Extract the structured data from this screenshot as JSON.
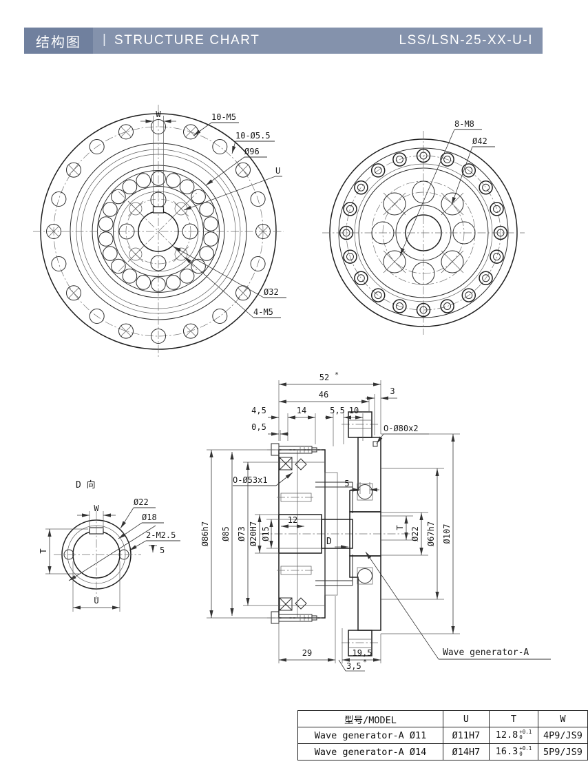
{
  "header": {
    "title_zh": "结构图",
    "divider": "|",
    "title_en": "STRUCTURE CHART",
    "model_code": "LSS/LSN-25-XX-U-I",
    "bar_color": "#8492ac",
    "accent_color": "#70809e",
    "text_color": "#ffffff"
  },
  "front_view": {
    "w": "W",
    "bolt_pattern": "10-M5",
    "through_holes": "10-Ø5.5",
    "bolt_circle": "Ø96",
    "u": "U",
    "center_bore": "Ø32",
    "tapped_holes": "4-M5"
  },
  "rear_view": {
    "bolt_pattern": "8-M8",
    "bolt_circle": "Ø42"
  },
  "section_view": {
    "len_overall": "52",
    "len_overall_note": "*",
    "len_46": "46",
    "len_3": "3",
    "len_4_5": "4,5",
    "len_0_5": "0,5",
    "len_14": "14",
    "len_5_5": "5,5",
    "len_10": "10",
    "oring_outer": "O-Ø80x2",
    "oring_inner": "O-Ø53x1",
    "dia_86": "Ø86h7",
    "dia_85": "Ø85",
    "dia_73": "Ø73",
    "dia_20": "Ø20H7",
    "dia_15": "Ø15",
    "len_12": "12",
    "len_5": "5",
    "view_d": "D",
    "t": "T",
    "dia_22": "Ø22",
    "dia_67": "Ø67h7",
    "dia_107": "Ø107",
    "len_29": "29",
    "len_19_5": "19,5",
    "len_3_5": "3,5",
    "len_3_5_note": "*",
    "callout": "Wave generator-A"
  },
  "detail_view": {
    "title": "D 向",
    "w": "W",
    "dia_22": "Ø22",
    "dia_18": "Ø18",
    "tapped": "2-M2.5",
    "depth": "5",
    "t": "T",
    "u": "U"
  },
  "spec_table": {
    "headers": [
      "型号/MODEL",
      "U",
      "T",
      "W"
    ],
    "rows": [
      {
        "model": "Wave generator-A Ø11",
        "u": "Ø11H7",
        "t": "12.8",
        "t_sup": "+0.1",
        "t_sub": "0",
        "w": "4P9/JS9"
      },
      {
        "model": "Wave generator-A Ø14",
        "u": "Ø14H7",
        "t": "16.3",
        "t_sup": "+0.1",
        "t_sub": "0",
        "w": "5P9/JS9"
      }
    ]
  }
}
